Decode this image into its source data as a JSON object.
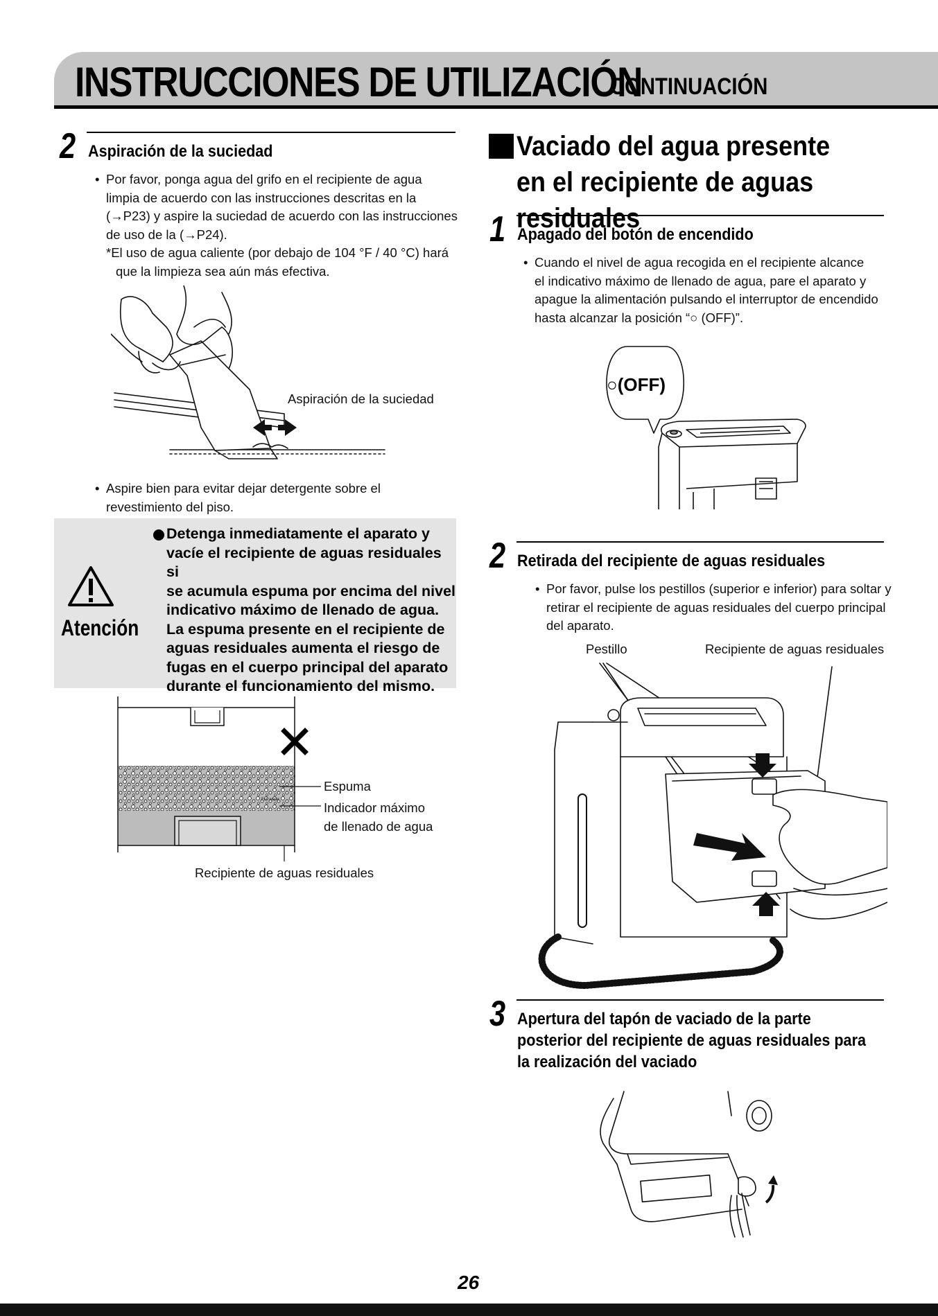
{
  "header": {
    "title": "INSTRUCCIONES DE UTILIZACIÓN",
    "subtitle": "CONTINUACIÓN"
  },
  "left": {
    "step2": {
      "number": "2",
      "title": "Aspiración de la suciedad",
      "bullet1": [
        "Por favor, ponga agua del grifo en el recipiente de agua",
        "limpia de acuerdo con las instrucciones descritas en la",
        "(→P23) y aspire la suciedad de acuerdo con las instrucciones",
        "de uso de la (→P24).",
        "*El uso de agua caliente (por debajo de 104 °F / 40 °C) hará",
        "que la limpieza sea aún más efectiva."
      ],
      "figure_caption": "Aspiración de la suciedad",
      "bullet2": [
        "Aspire bien para evitar dejar detergente sobre el",
        "revestimiento del piso."
      ]
    },
    "warning": {
      "label": "Atención",
      "lines": [
        "Detenga inmediatamente el aparato y",
        "vacíe el recipiente de aguas residuales si",
        "se acumula espuma por encima del nivel",
        "indicativo máximo de llenado de agua.",
        "La espuma presente en el recipiente de",
        "aguas residuales aumenta el riesgo de",
        "fugas en el cuerpo principal del aparato",
        "durante el funcionamiento del mismo."
      ]
    },
    "foam_figure": {
      "label_foam": "Espuma",
      "label_max_1": "Indicador máximo",
      "label_max_2": "de llenado de agua",
      "label_tank": "Recipiente de aguas residuales",
      "mini_label": "Full water"
    }
  },
  "right": {
    "section_title": "Vaciado del agua presente en el recipiente de aguas residuales",
    "step1": {
      "number": "1",
      "title": "Apagado del botón de encendido",
      "lines": [
        "Cuando el nivel de agua recogida en el recipiente alcance",
        "el indicativo máximo de llenado de agua, pare el aparato y",
        "apague la alimentación pulsando el interruptor de encendido",
        "hasta alcanzar la posición “○ (OFF)”."
      ],
      "bubble_label": "○(OFF)"
    },
    "step2": {
      "number": "2",
      "title": "Retirada del recipiente de aguas residuales",
      "lines": [
        "Por favor, pulse los pestillos (superior e inferior) para soltar y",
        "retirar el recipiente de aguas residuales del cuerpo principal",
        "del aparato."
      ],
      "label_latch": "Pestillo",
      "label_tank": "Recipiente de aguas residuales"
    },
    "step3": {
      "number": "3",
      "title_lines": [
        "Apertura del tapón de vaciado de la parte",
        "posterior del recipiente de aguas residuales para",
        "la realización del vaciado"
      ]
    }
  },
  "footer": {
    "page_number": "26"
  }
}
